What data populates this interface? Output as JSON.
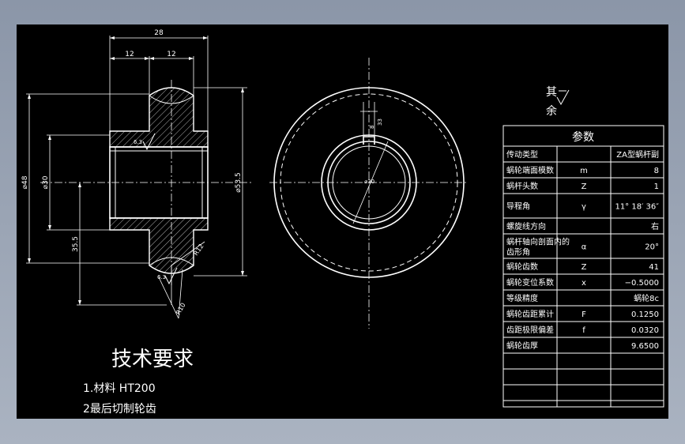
{
  "drawing": {
    "dimensions": {
      "overall_width": "28",
      "left_half": "12",
      "right_half": "12",
      "outer_dia": "⌀48",
      "bore_dia": "⌀30",
      "hub_dia": "⌀53.5",
      "height_offset": "35.5",
      "radius_a": "R12",
      "radius_b": "R10",
      "roughness_a": "6.3",
      "roughness_b": "6.3",
      "keyway_depth": "33",
      "keyway_width": "8",
      "view_bore": "⌀30"
    },
    "roughness_note": {
      "line1": "其",
      "line2": "余"
    }
  },
  "params_table": {
    "title": "参数",
    "rows": [
      {
        "name": "传动类型",
        "symbol": "",
        "value": "ZA型蜗杆副"
      },
      {
        "name": "蜗轮端面模数",
        "symbol": "m",
        "value": "8"
      },
      {
        "name": "蜗杆头数",
        "symbol": "Z",
        "value": "1"
      },
      {
        "name": "导程角",
        "symbol": "γ",
        "value": "11° 18′ 36″"
      },
      {
        "name": "螺旋线方向",
        "symbol": "",
        "value": "右"
      },
      {
        "name": "蜗杆轴向剖面内的齿形角",
        "symbol": "α",
        "value": "20°"
      },
      {
        "name": "蜗轮齿数",
        "symbol": "Z",
        "value": "41"
      },
      {
        "name": "蜗轮变位系数",
        "symbol": "x",
        "value": "−0.5000"
      },
      {
        "name": "等级精度",
        "symbol": "",
        "value": "蜗轮8c"
      },
      {
        "name": "蜗轮齿距累计",
        "symbol": "F",
        "value": "0.1250"
      },
      {
        "name": "齿距极限偏差",
        "symbol": "f",
        "value": "0.0320"
      },
      {
        "name": "蜗轮齿厚",
        "symbol": "",
        "value": "9.6500"
      }
    ]
  },
  "tech_req": {
    "title": "技术要求",
    "item1": "1.材料  HT200",
    "item2": "2最后切制轮齿"
  }
}
